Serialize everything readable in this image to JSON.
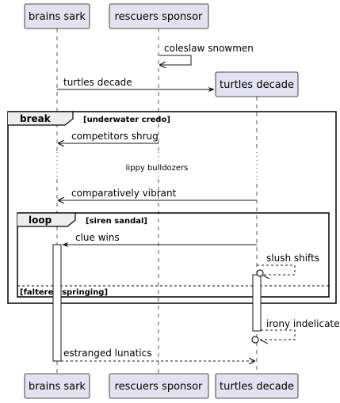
{
  "participants": {
    "p1": "brains sark",
    "p2": "rescuers sponsor",
    "p3": "turtles decade"
  },
  "messages": {
    "m1": "coleslaw snowmen",
    "m2": "turtles decade",
    "m3": "competitors shrug",
    "m4": "comparatively vibrant",
    "m5": "clue wins",
    "m6": "slush shifts",
    "m7": "irony indelicate",
    "m8": "estranged lunatics"
  },
  "delay": "lippy bulldozers",
  "fragments": {
    "break": {
      "keyword": "break",
      "guard": "[underwater credo]"
    },
    "loop": {
      "keyword": "loop",
      "guard": "[siren sandal]",
      "else_guard": "[faltered springing]"
    }
  },
  "colors": {
    "participant_fill": "#E2E2F0",
    "line": "#181818"
  }
}
